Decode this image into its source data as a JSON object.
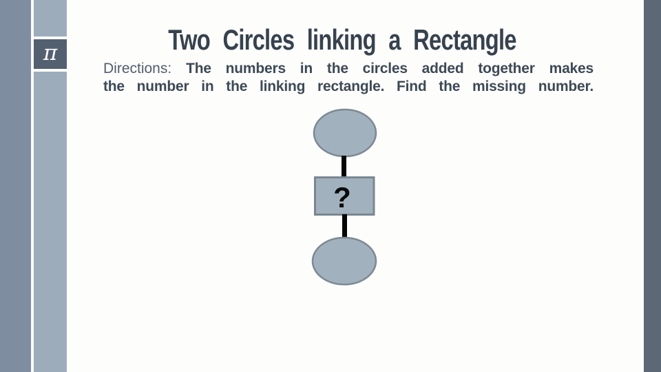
{
  "slide": {
    "title": "Two Circles linking a Rectangle",
    "directions": {
      "label": "Directions:",
      "line1": "The numbers in the circles added together makes",
      "line2": "the number in the linking rectangle. Find the missing number."
    }
  },
  "sidebar": {
    "logo_symbol": "π"
  },
  "diagram": {
    "top_circle_value": "",
    "rectangle_value": "?",
    "bottom_circle_value": "",
    "shape_fill": "#a1b1be",
    "shape_stroke": "#7d8994",
    "connector_color": "#060606",
    "question_mark_color": "#0a0a0a"
  },
  "colors": {
    "background": "#fdfdfc",
    "left_strip_outer": "#7e8ea0",
    "left_strip_inner": "#9dacba",
    "logo_box": "#536070",
    "right_strip": "#5c6876",
    "title_text": "#37424e",
    "directions_label": "#525e6b",
    "directions_text": "#3d4955"
  }
}
